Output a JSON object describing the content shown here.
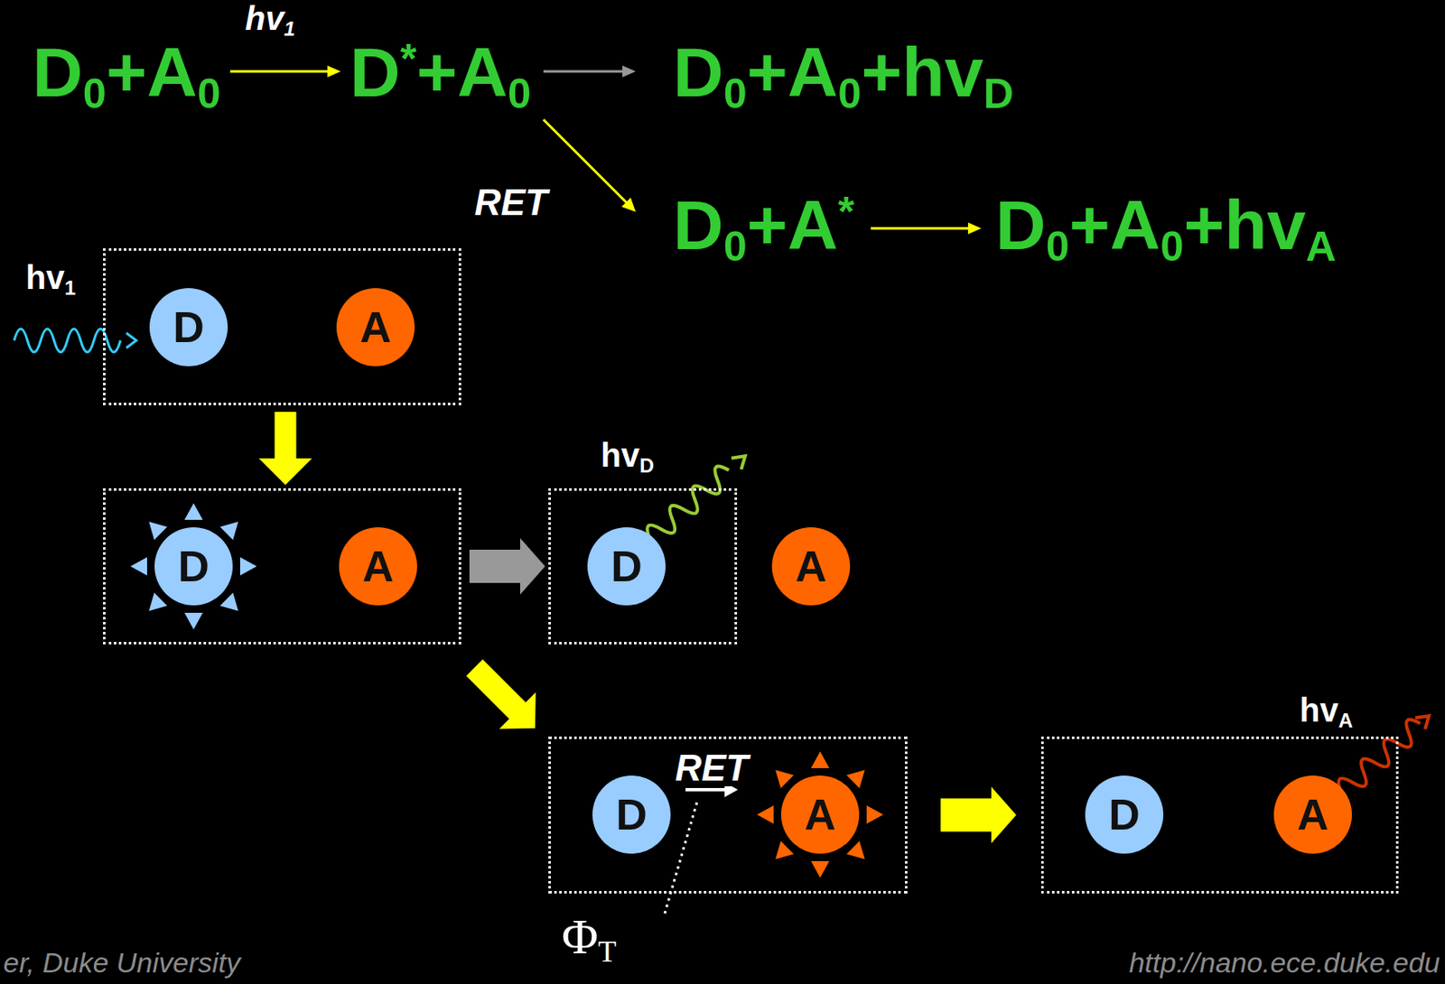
{
  "diagram": {
    "nodes": [
      {
        "text": []
      },
      {
        "text": [
          "D"
        ],
        "in": 0
      },
      {
        "text": [
          "A"
        ],
        "in": 0
      },
      {
        "text": []
      },
      {
        "text": [
          "D"
        ],
        "in": 3
      },
      {
        "text": [
          "A"
        ],
        "in": 3
      },
      {
        "text": []
      },
      {
        "text": [
          "D"
        ],
        "in": 6
      },
      {
        "text": [
          "A"
        ]
      },
      {
        "text": []
      },
      {
        "text": [
          "D"
        ],
        "in": 9
      },
      {
        "text": [
          "A"
        ],
        "in": 9
      },
      {
        "text": []
      },
      {
        "text": [
          "D"
        ],
        "in": 12
      },
      {
        "text": [
          "A"
        ],
        "in": 12
      }
    ],
    "edges": [
      {
        "from": 0,
        "to": 3,
        "arrow": "to"
      },
      {
        "from": 3,
        "to": 6,
        "arrow": "to"
      },
      {
        "from": 3,
        "to": 9,
        "arrow": "to"
      },
      {
        "from": 9,
        "to": 12,
        "arrow": "to"
      },
      {
        "from": 10,
        "to": 11,
        "label": "RET",
        "arrow": "to"
      }
    ],
    "labels": [
      "hv1",
      "D0+A0",
      "D*+A0",
      "D0+A0+hvD",
      "RET",
      "D0+A*",
      "D0+A0+hvA",
      "hv1",
      "hvD",
      "hvA",
      "ΦT",
      "er, Duke University",
      "http://nano.ece.duke.edu"
    ]
  }
}
